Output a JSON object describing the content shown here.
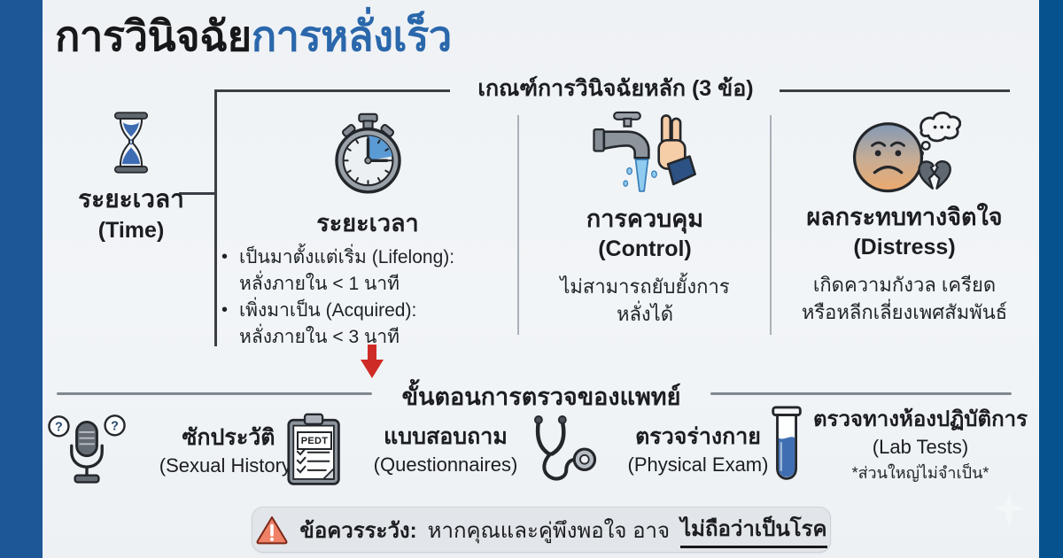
{
  "title": {
    "part1": "การวินิจฉัย",
    "part2": "การหลั่งเร็ว"
  },
  "colors": {
    "frame_blue_left": "#1d5797",
    "frame_blue_right": "#05528f",
    "accent_blue": "#2a67ab",
    "arrow_red": "#cf2b26",
    "warning_orange": "#ee8166",
    "icon_blue": "#5b9bd5"
  },
  "criteria": {
    "header": "เกณฑ์การวินิจฉัยหลัก (3 ข้อ)",
    "bullet_marker": "•",
    "time": {
      "label": "ระยะเวลา",
      "label_en": "(Time)"
    },
    "columns": [
      {
        "icon": "stopwatch-icon",
        "title": "ระยะเวลา",
        "bullets": [
          {
            "label": "เป็นมาตั้งแต่เริ่ม (Lifelong):",
            "detail": "หลั่งภายใน < 1 นาที"
          },
          {
            "label": "เพิ่งมาเป็น (Acquired):",
            "detail": "หลั่งภายใน < 3 นาที"
          }
        ]
      },
      {
        "icon": "faucet-hand-icon",
        "title": "การควบคุม",
        "title_en": "(Control)",
        "body_line1": "ไม่สามารถยับยั้งการ",
        "body_line2": "หลั่งได้"
      },
      {
        "icon": "distress-face-icon",
        "title": "ผลกระทบทางจิตใจ",
        "title_en": "(Distress)",
        "body_line1": "เกิดความกังวล เครียด",
        "body_line2": "หรือหลีกเลี่ยงเพศสัมพันธ์"
      }
    ]
  },
  "exam": {
    "header": "ขั้นตอนการตรวจของแพทย์",
    "items": [
      {
        "icon": "microphone-icon",
        "title": "ซักประวัติ",
        "subtitle": "(Sexual History)"
      },
      {
        "icon": "clipboard-icon",
        "title": "แบบสอบถาม",
        "subtitle": "(Questionnaires)",
        "badge": "PEDT"
      },
      {
        "icon": "stethoscope-icon",
        "title": "ตรวจร่างกาย",
        "subtitle": "(Physical Exam)"
      },
      {
        "icon": "test-tube-icon",
        "title": "ตรวจทางห้องปฏิบัติการ",
        "subtitle": "(Lab Tests)",
        "note": "*ส่วนใหญ่ไม่จำเป็น*"
      }
    ]
  },
  "warning": {
    "label": "ข้อควรระวัง:",
    "text": "หากคุณและคู่พึงพอใจ อาจ",
    "emphasis": "ไม่ถือว่าเป็นโรค"
  },
  "icon_labels": {
    "question_left": "?",
    "question_right": "?"
  }
}
